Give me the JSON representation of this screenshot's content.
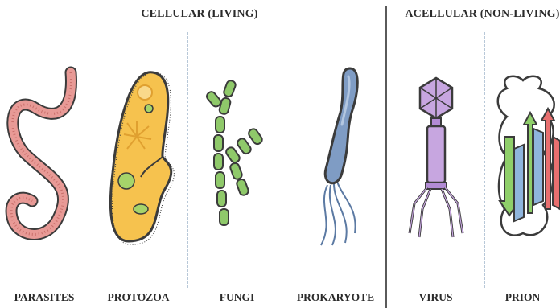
{
  "groups": {
    "cellular": "CELLULAR (LIVING)",
    "acellular": "ACELLULAR (NON-LIVING)"
  },
  "organisms": [
    {
      "label": "PARASITES",
      "icon": "parasite-worm"
    },
    {
      "label": "PROTOZOA",
      "icon": "protozoa-cell"
    },
    {
      "label": "FUNGI",
      "icon": "fungi-hyphae"
    },
    {
      "label": "PROKARYOTE",
      "icon": "bacterium"
    },
    {
      "label": "VIRUS",
      "icon": "bacteriophage"
    },
    {
      "label": "PRION",
      "icon": "prion-protein"
    }
  ],
  "colors": {
    "worm": "#e89a96",
    "protozoa": "#f6c24e",
    "fungi": "#8fc96a",
    "bacterium": "#7f9cc4",
    "virus": "#c7a6e0",
    "prion_red": "#e86f6f",
    "prion_green": "#8fcf6a",
    "prion_blue": "#8fb5dd"
  }
}
